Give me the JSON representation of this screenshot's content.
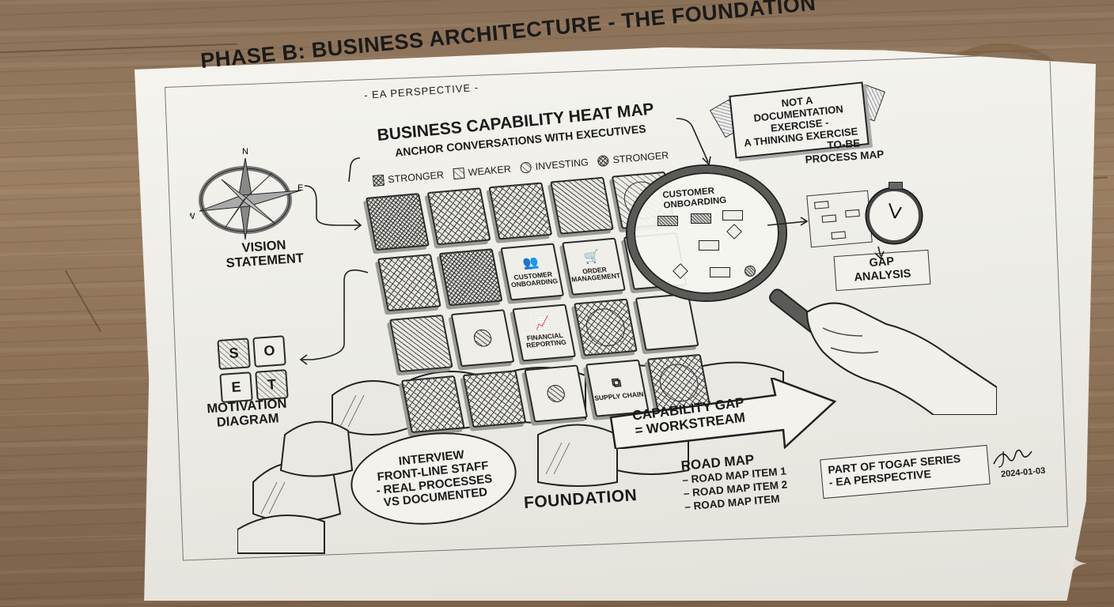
{
  "title": "PHASE B: BUSINESS ARCHITECTURE - THE FOUNDATION",
  "subtitle": "- EA PERSPECTIVE -",
  "heat_map": {
    "title": "BUSINESS CAPABILITY HEAT MAP",
    "subtitle": "ANCHOR CONVERSATIONS WITH EXECUTIVES",
    "legend": [
      {
        "label": "STRONGER",
        "style": "hatch-dense",
        "shape": "square"
      },
      {
        "label": "WEAKER",
        "style": "hatch-light",
        "shape": "square"
      },
      {
        "label": "INVESTING",
        "style": "hatch-light",
        "shape": "circle"
      },
      {
        "label": "STRONGER",
        "style": "hatch-dense",
        "shape": "circle"
      }
    ],
    "cells": [
      {
        "style": "hatch-dense",
        "label": ""
      },
      {
        "style": "hatch-cross",
        "label": ""
      },
      {
        "style": "hatch-cross",
        "label": ""
      },
      {
        "style": "hatch-diag",
        "label": ""
      },
      {
        "style": "hatch-light",
        "label": "",
        "marker": "big-circle"
      },
      {
        "style": "hatch-cross",
        "label": ""
      },
      {
        "style": "hatch-dense",
        "label": ""
      },
      {
        "style": "plain",
        "label": "CUSTOMER ONBOARDING",
        "icon": "people-icon"
      },
      {
        "style": "plain",
        "label": "ORDER MANAGEMENT",
        "icon": "cart-icon"
      },
      {
        "style": "plain",
        "label": ""
      },
      {
        "style": "hatch-diag",
        "label": ""
      },
      {
        "style": "plain",
        "label": "",
        "marker": "dot"
      },
      {
        "style": "plain",
        "label": "FINANCIAL REPORTING",
        "icon": "chart-icon"
      },
      {
        "style": "hatch-cross",
        "label": "",
        "marker": "big-circle"
      },
      {
        "style": "plain",
        "label": ""
      },
      {
        "style": "hatch-cross",
        "label": ""
      },
      {
        "style": "hatch-cross",
        "label": ""
      },
      {
        "style": "plain",
        "label": "",
        "marker": "dot"
      },
      {
        "style": "plain",
        "label": "SUPPLY CHAIN",
        "icon": "network-icon"
      },
      {
        "style": "hatch-cross",
        "label": "",
        "marker": "big-circle"
      }
    ]
  },
  "magnifier": {
    "title_line1": "CUSTOMER",
    "title_line2": "ONBOARDING"
  },
  "banner": {
    "line1": "NOT A",
    "line2": "DOCUMENTATION",
    "line3": "EXERCISE -",
    "line4": "A THINKING EXERCISE"
  },
  "to_be": {
    "line1": "TO-BE",
    "line2": "PROCESS MAP"
  },
  "gap_analysis": {
    "line1": "GAP",
    "line2": "ANALYSIS"
  },
  "compass": {
    "n": "N",
    "e": "E",
    "w": "W"
  },
  "vision": {
    "line1": "VISION",
    "line2": "STATEMENT"
  },
  "soet": {
    "s": "S",
    "o": "O",
    "e": "E",
    "t": "T"
  },
  "motivation": {
    "line1": "MOTIVATION",
    "line2": "DIAGRAM"
  },
  "interview": {
    "line1": "INTERVIEW",
    "line2": "FRONT-LINE STAFF",
    "line3": "- REAL PROCESSES",
    "line4": "VS DOCUMENTED"
  },
  "foundation": "FOUNDATION",
  "capability_gap": {
    "line1": "CAPABILITY GAP",
    "line2": "= WORKSTREAM"
  },
  "roadmap": {
    "title": "ROAD MAP",
    "items": [
      "– ROAD MAP ITEM 1",
      "– ROAD MAP ITEM 2",
      "– ROAD MAP ITEM"
    ]
  },
  "togaf": {
    "line1": "PART OF TOGAF SERIES",
    "line2": "- EA PERSPECTIVE"
  },
  "date": "2024-01-03",
  "colors": {
    "ink": "#1a1a1a",
    "paper": "#f1f0eb",
    "wood": "#8d7258"
  }
}
